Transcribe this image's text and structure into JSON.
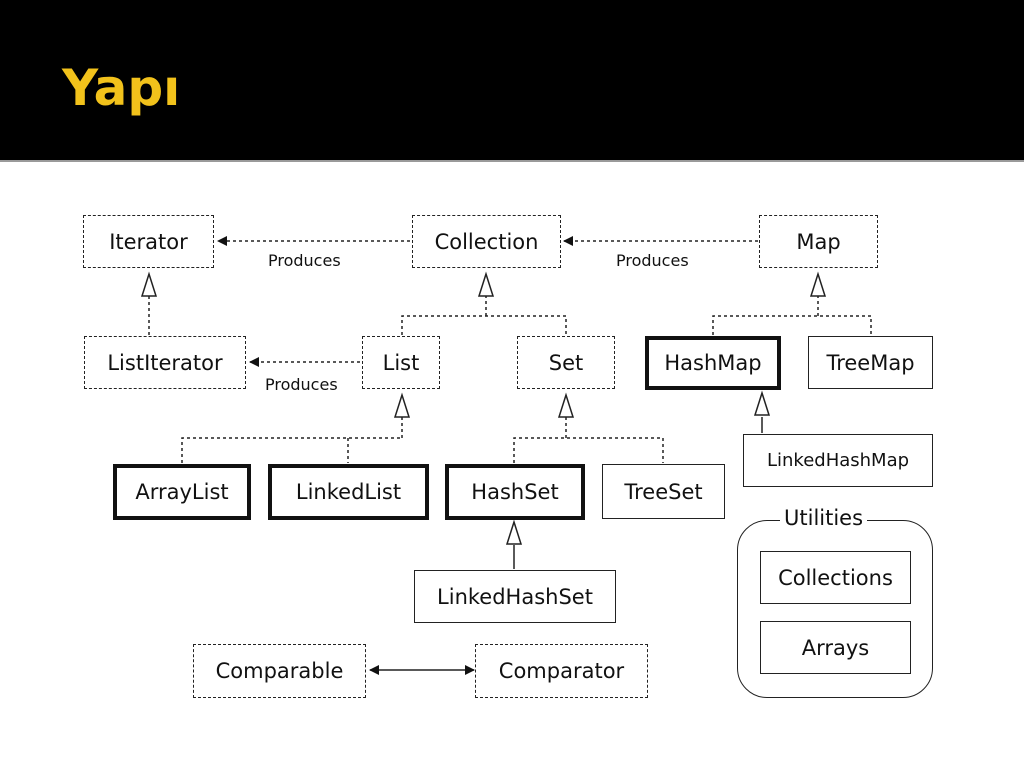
{
  "slide": {
    "title": "Yapı"
  },
  "colors": {
    "title_bar": "#000000",
    "title_text": "#f2c21b",
    "background": "#ffffff"
  },
  "diagram": {
    "interfaces": {
      "iterator": "Iterator",
      "collection": "Collection",
      "map": "Map",
      "list_iterator": "ListIterator",
      "list": "List",
      "set": "Set",
      "comparable": "Comparable",
      "comparator": "Comparator"
    },
    "implementations": {
      "hash_map": "HashMap",
      "tree_map": "TreeMap",
      "linked_hash_map": "LinkedHashMap",
      "array_list": "ArrayList",
      "linked_list": "LinkedList",
      "hash_set": "HashSet",
      "tree_set": "TreeSet",
      "linked_hash_set": "LinkedHashSet"
    },
    "relation_labels": {
      "collection_produces_iterator": "Produces",
      "map_produces_collection": "Produces",
      "list_produces_listiterator": "Produces"
    },
    "utilities": {
      "title": "Utilities",
      "items": {
        "collections": "Collections",
        "arrays": "Arrays"
      }
    }
  }
}
